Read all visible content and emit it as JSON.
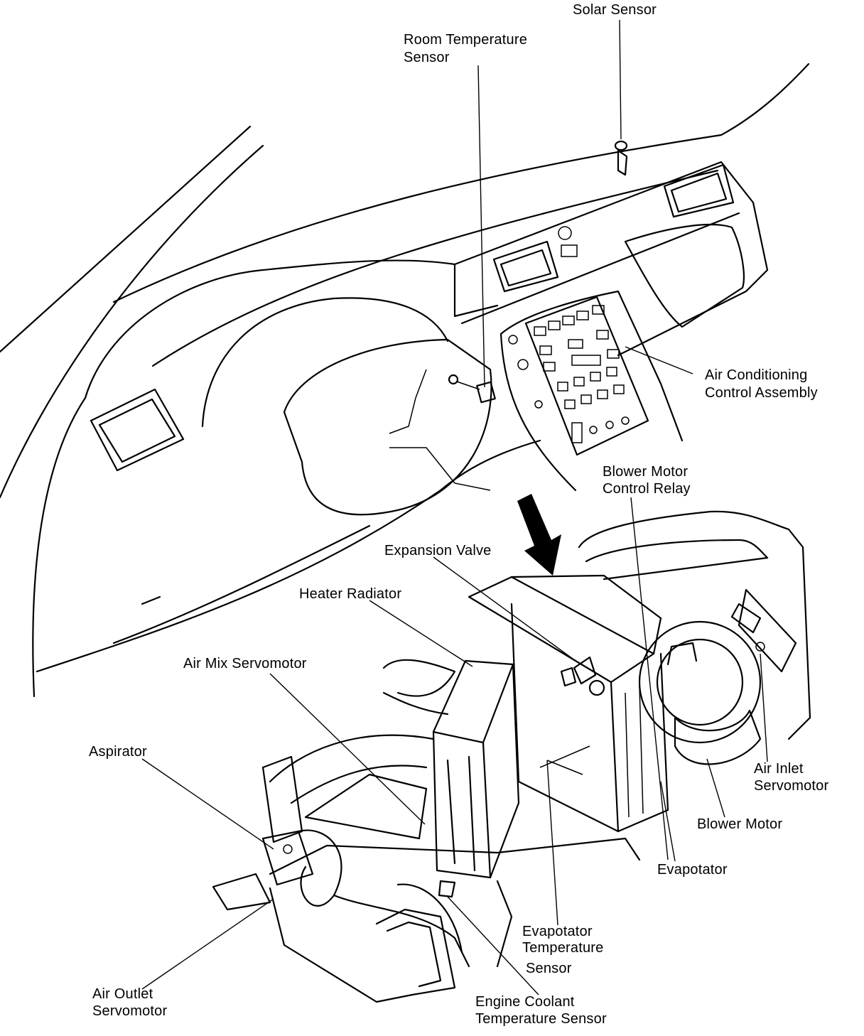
{
  "labels": {
    "solar_sensor": "Solar Sensor",
    "room_temp_sensor_1": "Room Temperature",
    "room_temp_sensor_2": "Sensor",
    "ac_control_1": "Air Conditioning",
    "ac_control_2": "Control Assembly",
    "blower_relay_1": "Blower Motor",
    "blower_relay_2": "Control Relay",
    "expansion_valve": "Expansion Valve",
    "heater_radiator": "Heater Radiator",
    "air_mix_servomotor": "Air Mix Servomotor",
    "aspirator": "Aspirator",
    "air_inlet_1": "Air Inlet",
    "air_inlet_2": "Servomotor",
    "blower_motor": "Blower Motor",
    "evapotator": "Evapotator",
    "evap_temp_1": "Evapotator",
    "evap_temp_2": "Temperature",
    "evap_temp_3": "Sensor",
    "air_outlet_1": "Air Outlet",
    "air_outlet_2": "Servomotor",
    "engine_coolant_1": "Engine Coolant",
    "engine_coolant_2": "Temperature Sensor"
  }
}
